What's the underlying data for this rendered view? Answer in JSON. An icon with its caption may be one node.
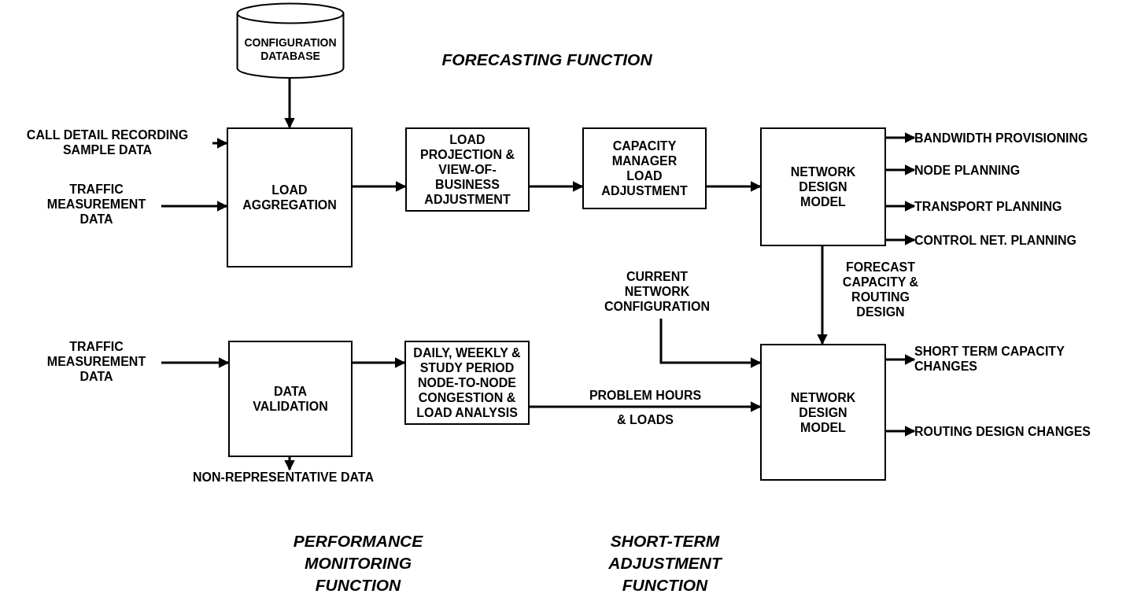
{
  "diagram": {
    "nodes": [
      {
        "text": [
          "CONFIGURATION DATABASE"
        ]
      },
      {
        "text": [
          "CALL DETAIL RECORDING SAMPLE DATA"
        ]
      },
      {
        "text": [
          "TRAFFIC MEASUREMENT DATA"
        ]
      },
      {
        "text": [
          "LOAD AGGREGATION"
        ]
      },
      {
        "text": [
          "LOAD PROJECTION & VIEW-OF-BUSINESS ADJUSTMENT"
        ]
      },
      {
        "text": [
          "CAPACITY MANAGER LOAD ADJUSTMENT"
        ]
      },
      {
        "text": [
          "NETWORK DESIGN MODEL"
        ]
      },
      {
        "text": [
          "BANDWIDTH PROVISIONING"
        ]
      },
      {
        "text": [
          "NODE PLANNING"
        ]
      },
      {
        "text": [
          "TRANSPORT PLANNING"
        ]
      },
      {
        "text": [
          "CONTROL NET. PLANNING"
        ]
      },
      {
        "text": [
          "CURRENT NETWORK CONFIGURATION"
        ]
      },
      {
        "text": [
          "TRAFFIC MEASUREMENT DATA"
        ]
      },
      {
        "text": [
          "DATA VALIDATION"
        ]
      },
      {
        "text": [
          "DAILY, WEEKLY & STUDY PERIOD NODE-TO-NODE CONGESTION & LOAD ANALYSIS"
        ]
      },
      {
        "text": [
          "NETWORK DESIGN MODEL"
        ]
      },
      {
        "text": [
          "SHORT TERM CAPACITY CHANGES"
        ]
      },
      {
        "text": [
          "ROUTING DESIGN CHANGES"
        ]
      },
      {
        "text": [
          "NON-REPRESENTATIVE DATA"
        ]
      }
    ],
    "edges": [
      {
        "from": 0,
        "to": 3,
        "arrow": "to"
      },
      {
        "from": 1,
        "to": 3,
        "arrow": "to"
      },
      {
        "from": 2,
        "to": 3,
        "arrow": "to"
      },
      {
        "from": 3,
        "to": 4,
        "arrow": "to"
      },
      {
        "from": 4,
        "to": 5,
        "arrow": "to"
      },
      {
        "from": 5,
        "to": 6,
        "arrow": "to"
      },
      {
        "from": 6,
        "to": 7,
        "arrow": "to"
      },
      {
        "from": 6,
        "to": 8,
        "arrow": "to"
      },
      {
        "from": 6,
        "to": 9,
        "arrow": "to"
      },
      {
        "from": 6,
        "to": 10,
        "arrow": "to"
      },
      {
        "from": 6,
        "to": 15,
        "arrow": "to",
        "label": "FORECAST CAPACITY & ROUTING DESIGN"
      },
      {
        "from": 11,
        "to": 15,
        "arrow": "to"
      },
      {
        "from": 12,
        "to": 13,
        "arrow": "to"
      },
      {
        "from": 13,
        "to": 14,
        "arrow": "to"
      },
      {
        "from": 14,
        "to": 15,
        "arrow": "to",
        "label": "PROBLEM HOURS & LOADS"
      },
      {
        "from": 15,
        "to": 16,
        "arrow": "to"
      },
      {
        "from": 15,
        "to": 17,
        "arrow": "to"
      },
      {
        "from": 13,
        "to": 18,
        "arrow": "to"
      }
    ],
    "labels": [
      "FORECASTING FUNCTION",
      "PERFORMANCE MONITORING FUNCTION",
      "SHORT-TERM ADJUSTMENT FUNCTION"
    ]
  }
}
